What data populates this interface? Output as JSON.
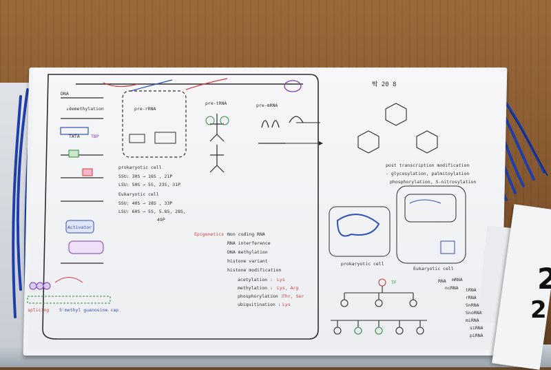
{
  "photo": {
    "subject": "",
    "colors": {
      "wood": "#8a5c32",
      "paper": "#f3f4f6",
      "ink_black": "#2b2b2b",
      "ink_red": "#d23a3a",
      "ink_blue": "#2e4fb8",
      "ink_green": "#2f8a3e",
      "ink_purple": "#7a3fb0",
      "lanyard_blue": "#1f3fa8"
    }
  },
  "notes": {
    "header_text": "박 20 8",
    "left_column": {
      "dna_label": "DNA",
      "demethylation": "↓demethylation",
      "tata": "TATA",
      "tbp": "TBP",
      "activator": "Activator",
      "splicing": "splicing",
      "cap": "5'methyl guanosine cap"
    },
    "middle_left": {
      "pre_rrna": "pre-rRNA",
      "prokaryotic": "prokaryotic cell",
      "ssu_pro": "SSU: 30S → 16S , 21P",
      "lsu_pro": "LSU: 50S → 5S, 23S, 31P",
      "eukaryotic": "Eukaryotic cell",
      "ssu_euk": "SSU: 40S → 18S , 33P",
      "lsu_euk": "LSU: 60S → 5S, 5.8S, 28S,",
      "lsu_euk2": "49P"
    },
    "middle": {
      "pre_trna": "pre-tRNA",
      "pre_mrna": "pre-mRNA",
      "epigenetics": "Epigenetics",
      "items": [
        "Non coding RNA",
        "RNA interference",
        "DNA methylation",
        "histone variant",
        "histone modification"
      ],
      "sub_items": [
        {
          "label": "acetylation :",
          "value": "Lys"
        },
        {
          "label": "methylation :",
          "value": "Lys, Arg"
        },
        {
          "label": "phosphorylation :",
          "value": "Thr, Ser"
        },
        {
          "label": "ubiquitination :",
          "value": "Lys"
        }
      ]
    },
    "right": {
      "post_transcription": "post transcription modification",
      "mods": "- glycosylation, palmitoylation",
      "mods2": "phosphorylation, S-nitrosylation",
      "prokaryotic_cell": "prokaryotic cell",
      "eukaryotic_cell": "Eukaryotic cell",
      "tf": "TF",
      "rna_tree_root": "RNA",
      "rna_types": [
        "mRNA",
        "ncRNA"
      ],
      "ncrna_types": [
        "tRNA",
        "rRNA",
        "SnRNA",
        "SnoRNA",
        "miRNA",
        "siRNA",
        "piRNA"
      ]
    }
  }
}
